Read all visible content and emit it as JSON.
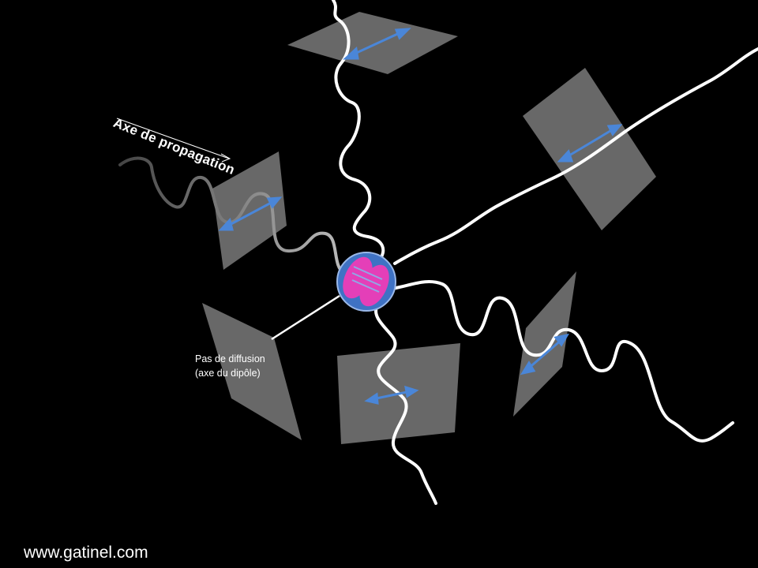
{
  "labels": {
    "propagation_axis": "Axe de propagation",
    "dipole_line1": "Pas de diffusion",
    "dipole_line2": "(axe du dipôle)",
    "website": "www.gatinel.com"
  },
  "colors": {
    "background": "#000000",
    "plane": "#7a7a7a",
    "wave": "#ffffff",
    "polarization_arrow": "#4a86d8",
    "molecule_shell": "#3f72c4",
    "molecule_lobes": "#e43fb8"
  }
}
